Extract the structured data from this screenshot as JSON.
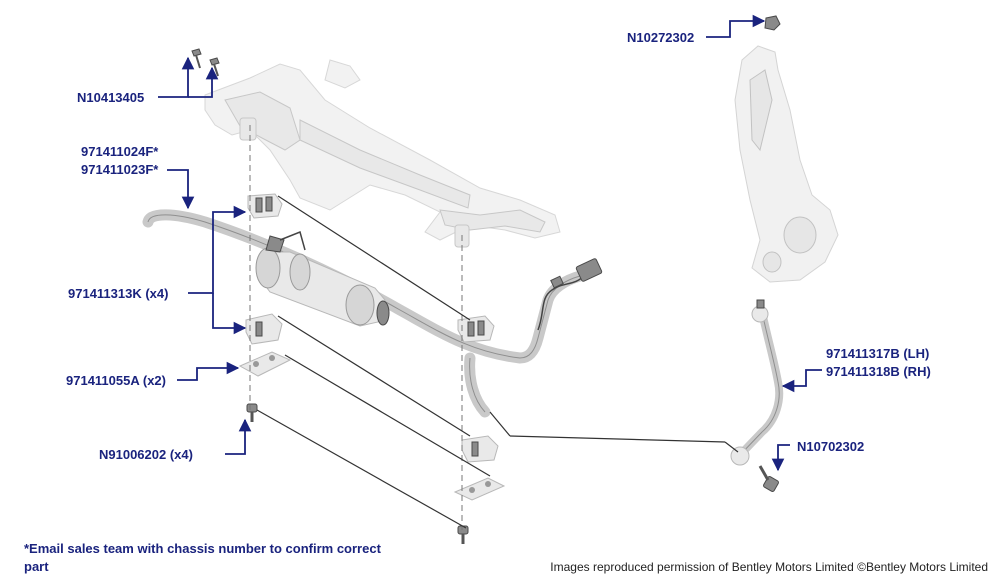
{
  "callouts": [
    {
      "id": "bolt-top",
      "text": "N10413405"
    },
    {
      "id": "bar-a",
      "text": "971411024F*"
    },
    {
      "id": "bar-b",
      "text": "971411023F*"
    },
    {
      "id": "bushing",
      "text": "971411313K (x4)"
    },
    {
      "id": "clamp",
      "text": "971411055A (x2)"
    },
    {
      "id": "screw",
      "text": "N91006202 (x4)"
    },
    {
      "id": "nut",
      "text": "N10272302"
    },
    {
      "id": "link-lh",
      "text": "971411317B (LH)"
    },
    {
      "id": "link-rh",
      "text": "971411318B (RH)"
    },
    {
      "id": "link-nut",
      "text": "N10702302"
    }
  ],
  "footnote": "*Email sales team with chassis number to confirm correct part",
  "credit": "Images reproduced permission of Bentley Motors Limited ©Bentley Motors Limited",
  "colors": {
    "label": "#1a237e",
    "leader": "#1a237e"
  }
}
